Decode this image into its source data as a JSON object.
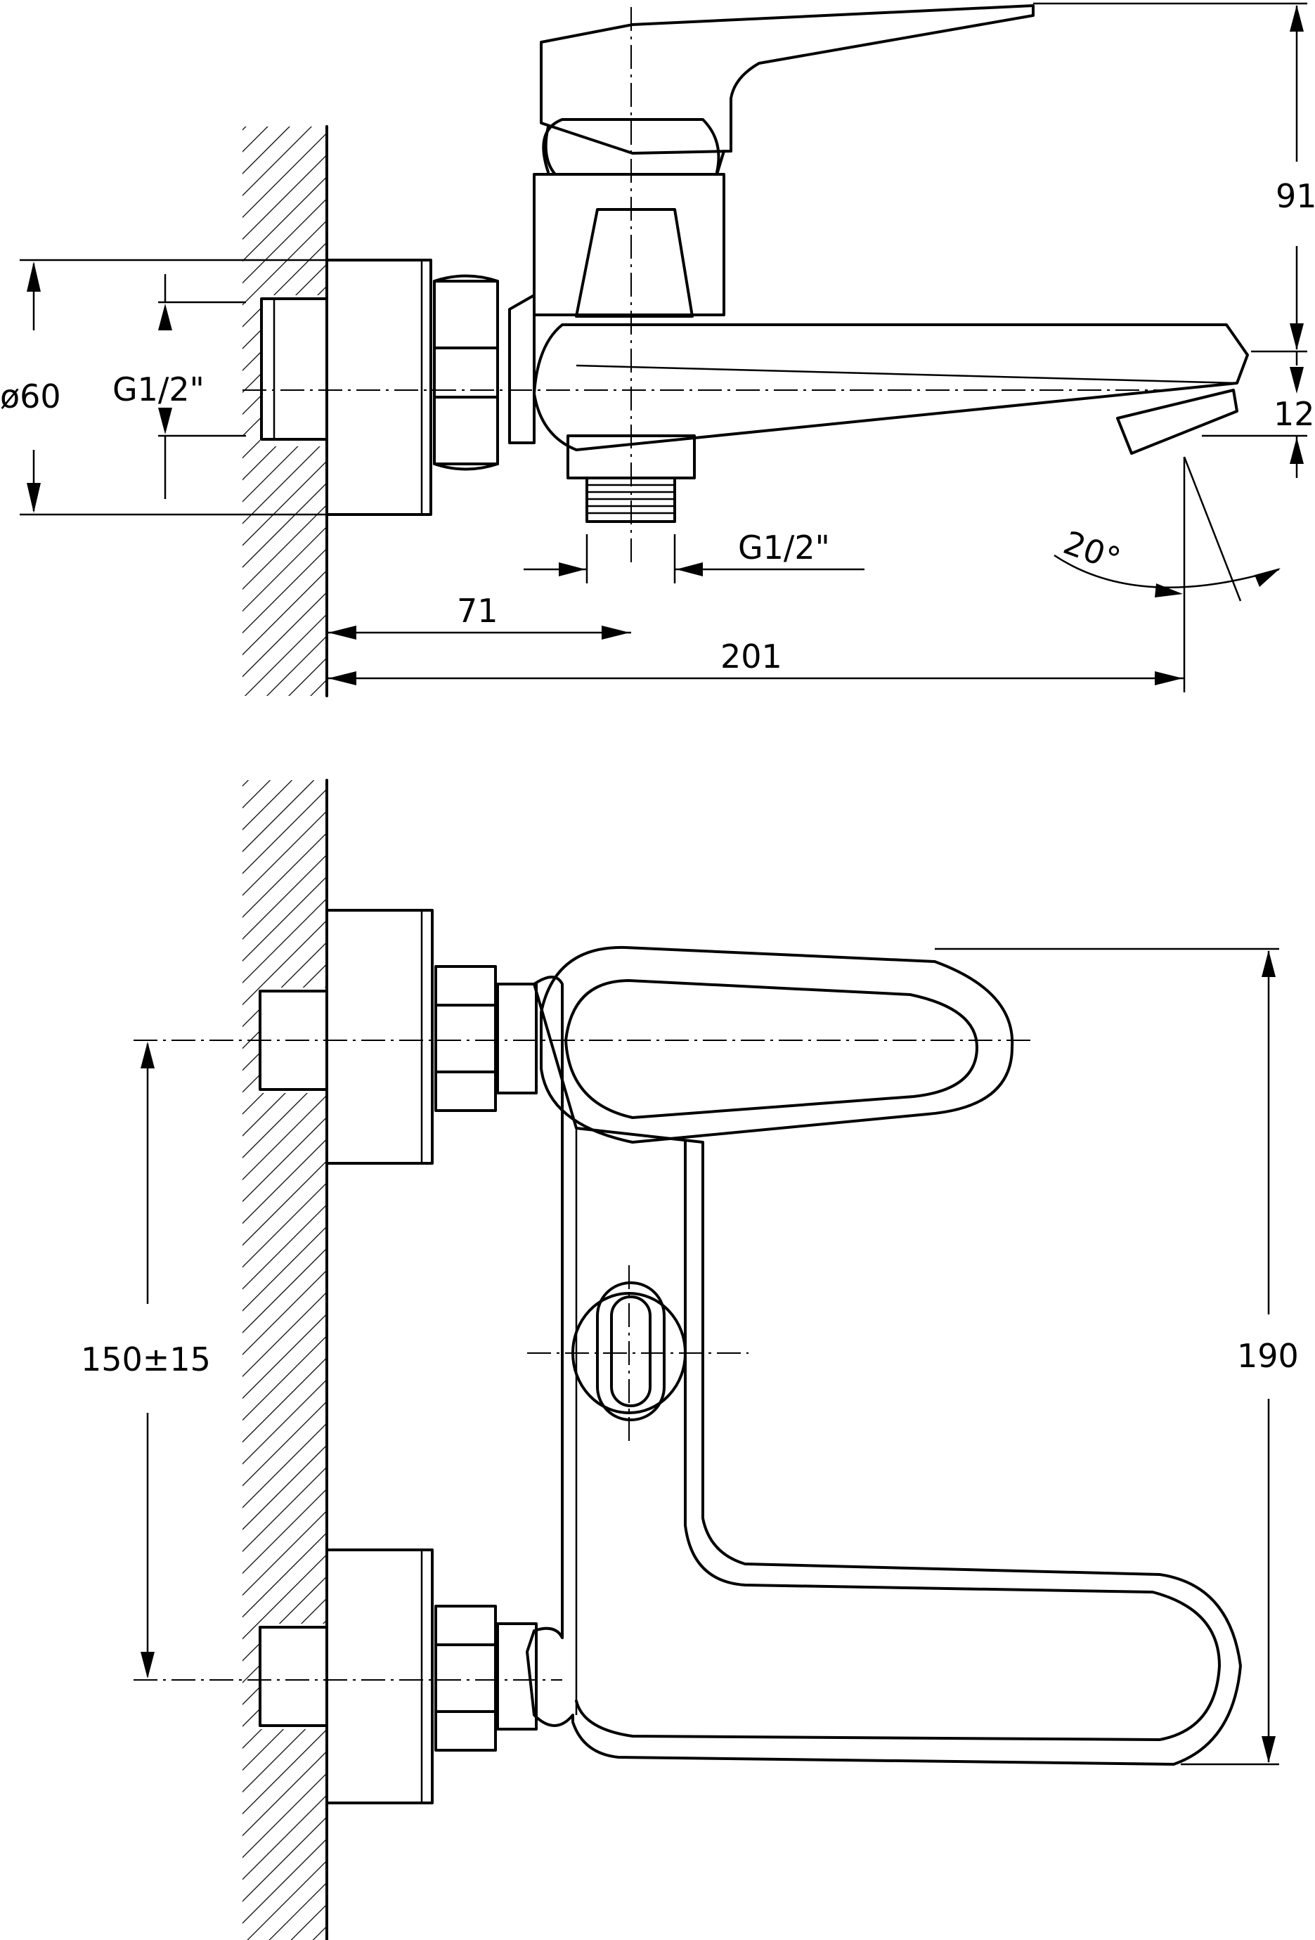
{
  "drawing": {
    "side_view": {
      "dim_diameter": "ø60",
      "dim_thread_inlet": "G1/2\"",
      "dim_thread_outlet": "G1/2\"",
      "dim_height_top": "91",
      "dim_spout_drop": "12",
      "dim_angle": "20°",
      "dim_offset": "71",
      "dim_length": "201"
    },
    "front_view": {
      "dim_center_distance": "150±15",
      "dim_total_height": "190"
    }
  }
}
